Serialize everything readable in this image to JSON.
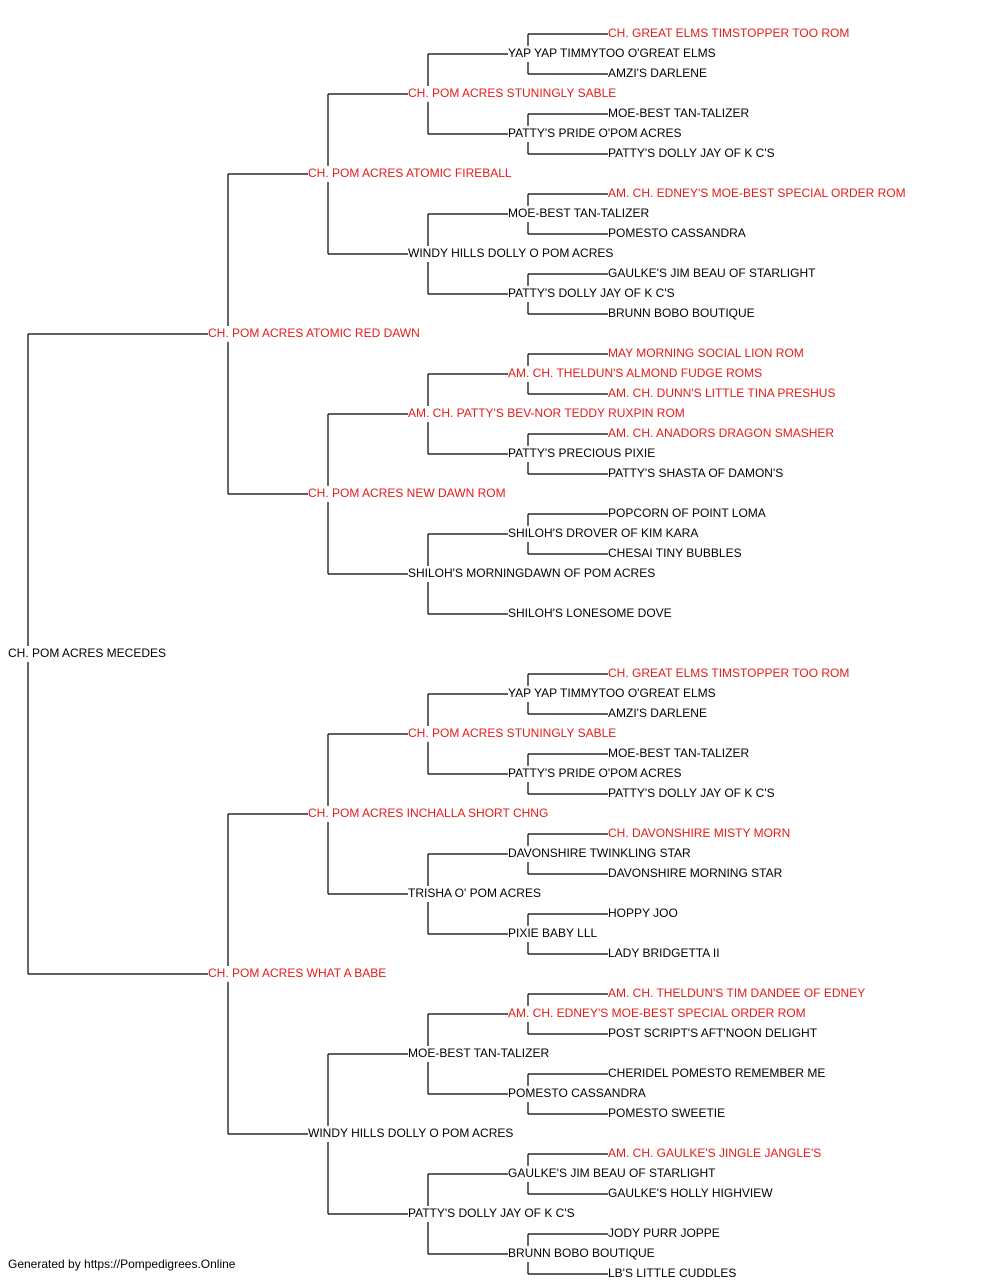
{
  "colors": {
    "champion": "#e41b17",
    "regular": "#000000",
    "line": "#000000"
  },
  "footer": "Generated by https://Pompedigrees.Online",
  "pedigree": {
    "name": "CH. POM ACRES MECEDES",
    "ch": false,
    "sire": {
      "name": "CH. POM ACRES ATOMIC RED DAWN",
      "ch": true,
      "sire": {
        "name": "CH. POM ACRES ATOMIC FIREBALL",
        "ch": true,
        "sire": {
          "name": "CH. POM ACRES STUNINGLY SABLE",
          "ch": true,
          "sire": {
            "name": "YAP YAP TIMMYTOO O'GREAT ELMS",
            "ch": false,
            "sire": {
              "name": "CH. GREAT ELMS TIMSTOPPER TOO ROM",
              "ch": true
            },
            "dam": {
              "name": "AMZI'S DARLENE",
              "ch": false
            }
          },
          "dam": {
            "name": "PATTY'S PRIDE O'POM ACRES",
            "ch": false,
            "sire": {
              "name": "MOE-BEST TAN-TALIZER",
              "ch": false
            },
            "dam": {
              "name": "PATTY'S DOLLY JAY OF K C'S",
              "ch": false
            }
          }
        },
        "dam": {
          "name": "WINDY HILLS DOLLY O POM ACRES",
          "ch": false,
          "sire": {
            "name": "MOE-BEST TAN-TALIZER",
            "ch": false,
            "sire": {
              "name": "AM. CH. EDNEY'S MOE-BEST SPECIAL ORDER ROM",
              "ch": true
            },
            "dam": {
              "name": "POMESTO CASSANDRA",
              "ch": false
            }
          },
          "dam": {
            "name": "PATTY'S DOLLY JAY OF K C'S",
            "ch": false,
            "sire": {
              "name": "GAULKE'S JIM BEAU OF STARLIGHT",
              "ch": false
            },
            "dam": {
              "name": "BRUNN BOBO BOUTIQUE",
              "ch": false
            }
          }
        }
      },
      "dam": {
        "name": "CH. POM ACRES NEW DAWN ROM",
        "ch": true,
        "sire": {
          "name": "AM. CH. PATTY'S BEV-NOR TEDDY RUXPIN ROM",
          "ch": true,
          "sire": {
            "name": "AM. CH. THELDUN'S ALMOND FUDGE ROMS",
            "ch": true,
            "sire": {
              "name": "MAY MORNING SOCIAL LION ROM",
              "ch": true
            },
            "dam": {
              "name": "AM. CH. DUNN'S LITTLE TINA PRESHUS",
              "ch": true
            }
          },
          "dam": {
            "name": "PATTY'S PRECIOUS PIXIE",
            "ch": false,
            "sire": {
              "name": "AM. CH. ANADORS DRAGON SMASHER",
              "ch": true
            },
            "dam": {
              "name": "PATTY'S SHASTA OF DAMON'S",
              "ch": false
            }
          }
        },
        "dam": {
          "name": "SHILOH'S MORNINGDAWN OF POM ACRES",
          "ch": false,
          "sire": {
            "name": "SHILOH'S DROVER OF KIM KARA",
            "ch": false,
            "sire": {
              "name": "POPCORN OF POINT LOMA",
              "ch": false
            },
            "dam": {
              "name": "CHESAI TINY BUBBLES",
              "ch": false
            }
          },
          "dam": {
            "name": "SHILOH'S LONESOME DOVE",
            "ch": false
          }
        }
      }
    },
    "dam": {
      "name": "CH. POM ACRES WHAT A BABE",
      "ch": true,
      "sire": {
        "name": "CH. POM ACRES INCHALLA SHORT CHNG",
        "ch": true,
        "sire": {
          "name": "CH. POM ACRES STUNINGLY SABLE",
          "ch": true,
          "sire": {
            "name": "YAP YAP TIMMYTOO O'GREAT ELMS",
            "ch": false,
            "sire": {
              "name": "CH. GREAT ELMS TIMSTOPPER TOO ROM",
              "ch": true
            },
            "dam": {
              "name": "AMZI'S DARLENE",
              "ch": false
            }
          },
          "dam": {
            "name": "PATTY'S PRIDE O'POM ACRES",
            "ch": false,
            "sire": {
              "name": "MOE-BEST TAN-TALIZER",
              "ch": false
            },
            "dam": {
              "name": "PATTY'S DOLLY JAY OF K C'S",
              "ch": false
            }
          }
        },
        "dam": {
          "name": "TRISHA O' POM ACRES",
          "ch": false,
          "sire": {
            "name": "DAVONSHIRE TWINKLING STAR",
            "ch": false,
            "sire": {
              "name": "CH. DAVONSHIRE MISTY MORN",
              "ch": true
            },
            "dam": {
              "name": "DAVONSHIRE MORNING STAR",
              "ch": false
            }
          },
          "dam": {
            "name": "PIXIE BABY LLL",
            "ch": false,
            "sire": {
              "name": "HOPPY JOO",
              "ch": false
            },
            "dam": {
              "name": "LADY BRIDGETTA II",
              "ch": false
            }
          }
        }
      },
      "dam": {
        "name": "WINDY HILLS DOLLY O POM ACRES",
        "ch": false,
        "sire": {
          "name": "MOE-BEST TAN-TALIZER",
          "ch": false,
          "sire": {
            "name": "AM. CH. EDNEY'S MOE-BEST SPECIAL ORDER ROM",
            "ch": true,
            "sire": {
              "name": "AM. CH. THELDUN'S TIM DANDEE OF EDNEY",
              "ch": true
            },
            "dam": {
              "name": "POST SCRIPT'S AFT'NOON DELIGHT",
              "ch": false
            }
          },
          "dam": {
            "name": "POMESTO CASSANDRA",
            "ch": false,
            "sire": {
              "name": "CHERIDEL POMESTO REMEMBER ME",
              "ch": false
            },
            "dam": {
              "name": "POMESTO SWEETIE",
              "ch": false
            }
          }
        },
        "dam": {
          "name": "PATTY'S DOLLY JAY OF K C'S",
          "ch": false,
          "sire": {
            "name": "GAULKE'S JIM BEAU OF STARLIGHT",
            "ch": false,
            "sire": {
              "name": "AM. CH. GAULKE'S JINGLE JANGLE'S",
              "ch": true
            },
            "dam": {
              "name": "GAULKE'S HOLLY HIGHVIEW",
              "ch": false
            }
          },
          "dam": {
            "name": "BRUNN BOBO BOUTIQUE",
            "ch": false,
            "sire": {
              "name": "JODY PURR JOPPE",
              "ch": false
            },
            "dam": {
              "name": "LB'S LITTLE CUDDLES",
              "ch": false
            }
          }
        }
      }
    }
  }
}
